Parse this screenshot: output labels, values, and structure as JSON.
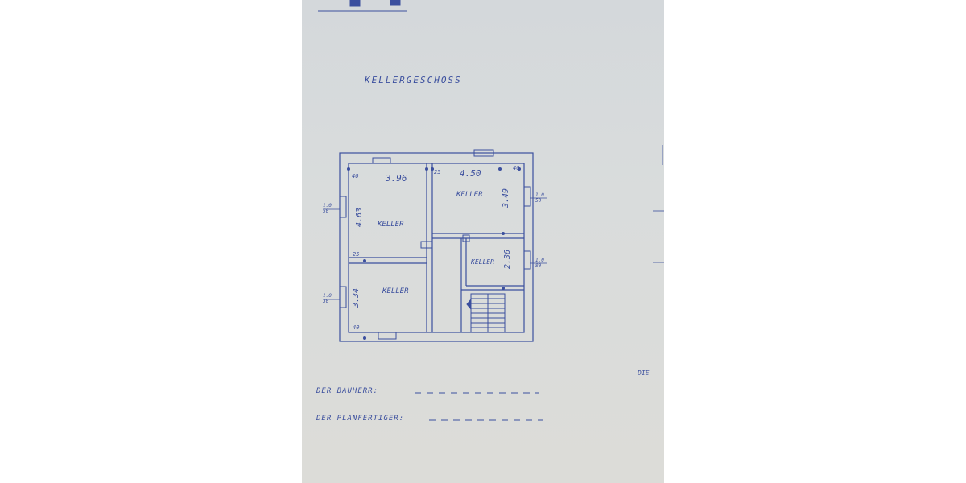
{
  "plan": {
    "title": "KELLERGESCHOSS",
    "room_label": "KELLER",
    "rooms": [
      "KELLER",
      "KELLER",
      "KELLER",
      "KELLER"
    ],
    "dimensions": {
      "top_left_width": "3.96",
      "top_right_width": "4.50",
      "left_height_upper": "4.63",
      "right_height_upper": "3.49",
      "left_height_lower": "3.34",
      "small_room_height": "2.36",
      "wall_a": "25",
      "wall_b": "40",
      "wall_c": "25",
      "wall_d": "40",
      "wall_e": "40"
    },
    "windows": {
      "left_upper": "1.0\n50",
      "left_lower": "1.0\n30",
      "right_upper": "1.0\n50",
      "right_lower": "1.0\n80"
    },
    "signatures": {
      "owner_label": "DER BAUHERR:",
      "planner_label": "DER PLANFERTIGER:"
    },
    "edge_fragment": "DIE"
  },
  "colors": {
    "ink": "#3b4f9e",
    "paper": "#d8dbda"
  }
}
